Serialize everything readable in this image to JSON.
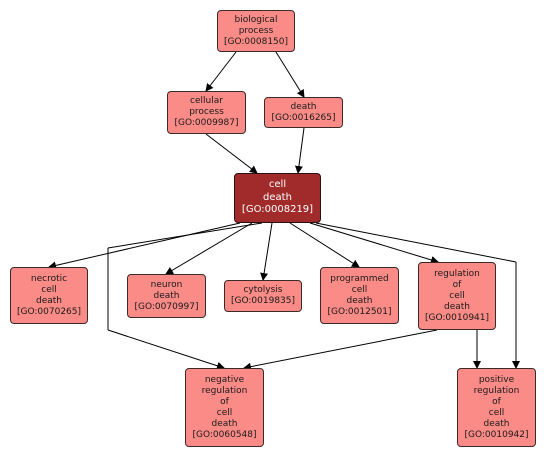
{
  "colors": {
    "node_fill": "#fb8b86",
    "focus_fill": "#a12b2b",
    "edge": "#000000"
  },
  "nodes": {
    "biological_process": {
      "lines": [
        "biological",
        "process",
        "[GO:0008150]"
      ]
    },
    "cellular_process": {
      "lines": [
        "cellular",
        "process",
        "[GO:0009987]"
      ]
    },
    "death": {
      "lines": [
        "death",
        "[GO:0016265]"
      ]
    },
    "cell_death": {
      "lines": [
        "cell",
        "death",
        "[GO:0008219]"
      ]
    },
    "necrotic_cell_death": {
      "lines": [
        "necrotic",
        "cell",
        "death",
        "[GO:0070265]"
      ]
    },
    "neuron_death": {
      "lines": [
        "neuron",
        "death",
        "[GO:0070997]"
      ]
    },
    "cytolysis": {
      "lines": [
        "cytolysis",
        "[GO:0019835]"
      ]
    },
    "programmed_cell_death": {
      "lines": [
        "programmed",
        "cell",
        "death",
        "[GO:0012501]"
      ]
    },
    "regulation_of_cell_death": {
      "lines": [
        "regulation",
        "of",
        "cell",
        "death",
        "[GO:0010941]"
      ]
    },
    "negative_regulation_of_cell_death": {
      "lines": [
        "negative",
        "regulation",
        "of",
        "cell",
        "death",
        "[GO:0060548]"
      ]
    },
    "positive_regulation_of_cell_death": {
      "lines": [
        "positive",
        "regulation",
        "of",
        "cell",
        "death",
        "[GO:0010942]"
      ]
    }
  },
  "edges": [
    {
      "from": "biological_process",
      "to": "cellular_process"
    },
    {
      "from": "biological_process",
      "to": "death"
    },
    {
      "from": "cellular_process",
      "to": "cell_death"
    },
    {
      "from": "death",
      "to": "cell_death"
    },
    {
      "from": "cell_death",
      "to": "necrotic_cell_death"
    },
    {
      "from": "cell_death",
      "to": "neuron_death"
    },
    {
      "from": "cell_death",
      "to": "cytolysis"
    },
    {
      "from": "cell_death",
      "to": "programmed_cell_death"
    },
    {
      "from": "cell_death",
      "to": "regulation_of_cell_death"
    },
    {
      "from": "cell_death",
      "to": "negative_regulation_of_cell_death"
    },
    {
      "from": "cell_death",
      "to": "positive_regulation_of_cell_death"
    },
    {
      "from": "regulation_of_cell_death",
      "to": "negative_regulation_of_cell_death"
    },
    {
      "from": "regulation_of_cell_death",
      "to": "positive_regulation_of_cell_death"
    }
  ]
}
